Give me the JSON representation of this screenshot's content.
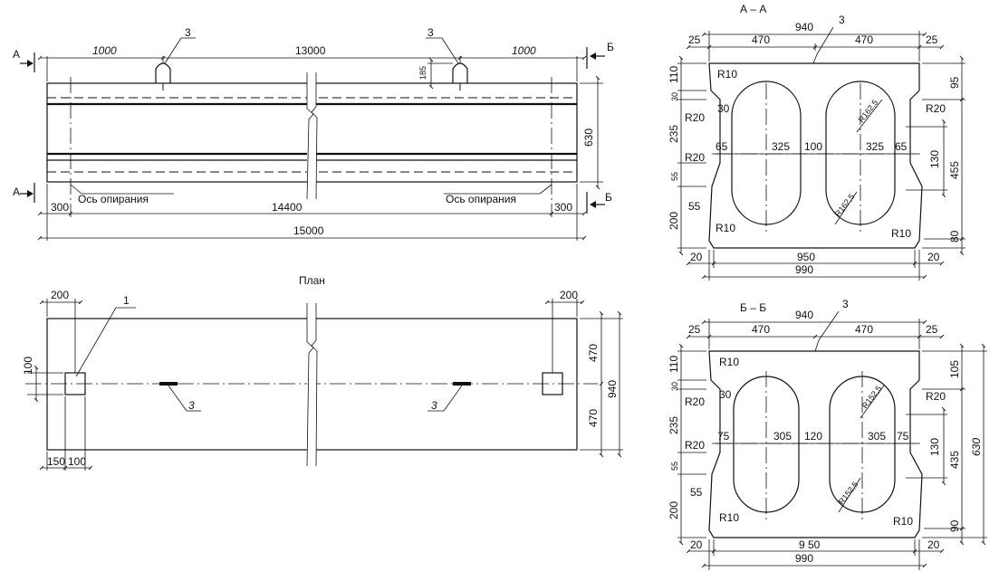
{
  "elevation": {
    "dim_total_length": "15000",
    "dim_mid_span": "13000",
    "dim_support_span": "14400",
    "dim_left_end": "1000",
    "dim_right_end": "1000",
    "dim_left_offset": "300",
    "dim_right_offset": "300",
    "dim_loop_height": "185",
    "dim_height": "630",
    "support_axis_left": "Ось опирания",
    "support_axis_right": "Ось опирания",
    "callout_loop": "3",
    "section_a": "А",
    "section_b": "Б"
  },
  "plan": {
    "title": "План",
    "dim_left_edge": "200",
    "dim_right_edge": "200",
    "dim_hole_offset": "100",
    "dim_bottom_a": "150",
    "dim_bottom_b": "100",
    "dim_half_top": "470",
    "dim_half_bottom": "470",
    "dim_width": "940",
    "callout_1": "1",
    "callout_3": "3"
  },
  "section_aa": {
    "title": "А – А",
    "callout": "3",
    "dim_top_total": "940",
    "dim_top_left": "470",
    "dim_top_right": "470",
    "dim_corner_l": "25",
    "dim_corner_r": "25",
    "left_dims": [
      "110",
      "30",
      "235",
      "55",
      "200"
    ],
    "inner_left": [
      "R10",
      "R20",
      "30",
      "R20",
      "55",
      "R10"
    ],
    "right_dims": [
      "95",
      "455",
      "80"
    ],
    "inner_right": [
      "R20",
      "130",
      "R10"
    ],
    "mid_dims": [
      "65",
      "325",
      "100",
      "325",
      "65"
    ],
    "radius_top": "R162,5",
    "radius_bottom": "R162,5",
    "dim_bottom_inner": "950",
    "dim_bottom_total": "990",
    "dim_bottom_l": "20",
    "dim_bottom_r": "20"
  },
  "section_bb": {
    "title": "Б – Б",
    "callout": "3",
    "dim_top_total": "940",
    "dim_top_left": "470",
    "dim_top_right": "470",
    "dim_corner_l": "25",
    "dim_corner_r": "25",
    "left_dims": [
      "110",
      "30",
      "235",
      "55",
      "200"
    ],
    "inner_left": [
      "R10",
      "R20",
      "30",
      "R20",
      "55",
      "R10"
    ],
    "right_dims": [
      "105",
      "435",
      "90"
    ],
    "right_height": "630",
    "inner_right": [
      "R20",
      "130",
      "R10"
    ],
    "mid_dims": [
      "75",
      "305",
      "120",
      "305",
      "75"
    ],
    "radius_top": "R152,5",
    "radius_bottom": "R152,5",
    "dim_bottom_inner": "9 50",
    "dim_bottom_total": "990",
    "dim_bottom_l": "20",
    "dim_bottom_r": "20"
  }
}
